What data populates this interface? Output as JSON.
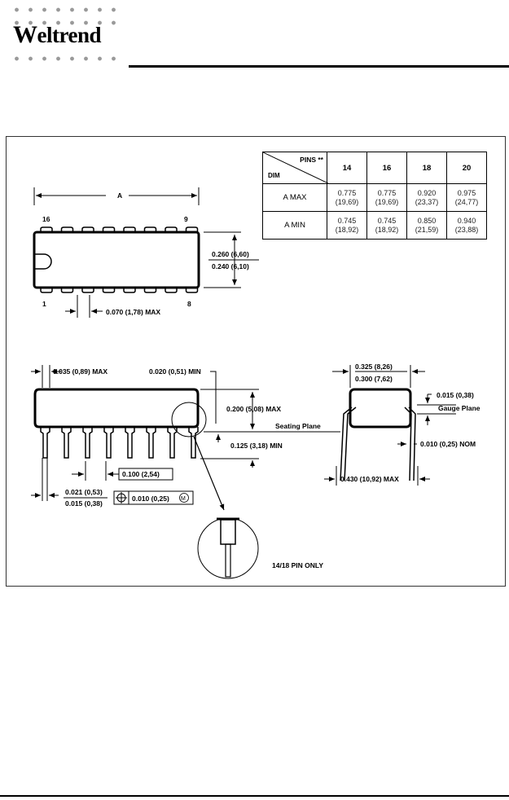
{
  "logo": {
    "text_first": "W",
    "text_rest": "eltrend"
  },
  "table": {
    "pins_header": "PINS **",
    "dim_header": "DIM",
    "pin_counts": [
      "14",
      "16",
      "18",
      "20"
    ],
    "rows": [
      {
        "label": "A  MAX",
        "values": [
          [
            "0.775",
            "(19,69)"
          ],
          [
            "0.775",
            "(19,69)"
          ],
          [
            "0.920",
            "(23,37)"
          ],
          [
            "0.975",
            "(24,77)"
          ]
        ]
      },
      {
        "label": "A  MIN",
        "values": [
          [
            "0.745",
            "(18,92)"
          ],
          [
            "0.745",
            "(18,92)"
          ],
          [
            "0.850",
            "(21,59)"
          ],
          [
            "0.940",
            "(23,88)"
          ]
        ]
      }
    ]
  },
  "top_view": {
    "dim_a": "A",
    "pin_16": "16",
    "pin_9": "9",
    "pin_1": "1",
    "pin_8": "8",
    "width_max": "0.260 (6,60)",
    "width_min": "0.240 (6,10)",
    "pitch_note": "0.070 (1,78) MAX"
  },
  "side_view": {
    "lead_width": "0.035 (0,89) MAX",
    "standoff": "0.020 (0,51) MIN",
    "body_height": "0.200 (5,08) MAX",
    "seating_plane": "Seating Plane",
    "lead_length": "0.125 (3,18) MIN",
    "pitch": "0.100 (2,54)",
    "lead_max": "0.021 (0,53)",
    "lead_min": "0.015 (0,38)",
    "tolerance": "0.010 (0,25)",
    "tolerance_symbol": "M",
    "detail_note": "14/18 PIN ONLY"
  },
  "end_view": {
    "width_max": "0.325 (8,26)",
    "width_min": "0.300 (7,62)",
    "gauge_dim": "0.015 (0,38)",
    "gauge_plane": "Gauge Plane",
    "lead_thickness": "0.010 (0,25) NOM",
    "span": "0.430 (10,92) MAX"
  }
}
